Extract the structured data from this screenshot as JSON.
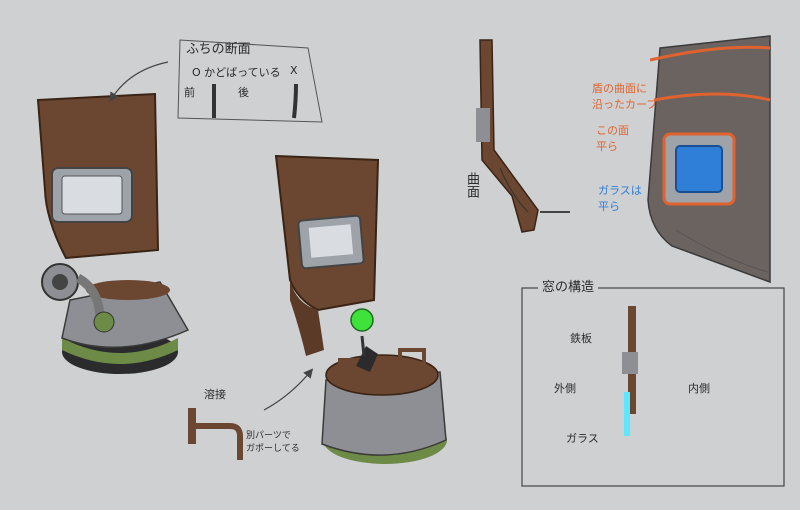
{
  "notes": {
    "rim_section_title": "ふちの断面",
    "rim_good": "O かどばっている",
    "rim_bad": "X",
    "rim_front": "前",
    "rim_back": "後",
    "curved_surface": "曲面",
    "curve_along_shield": "盾の曲面に\n沿ったカーブ",
    "this_face_flat": "この面\n平ら",
    "glass_flat": "ガラスは\n平ら",
    "window_structure_title": "窓の構造",
    "iron_plate": "鉄板",
    "outside": "外側",
    "inside": "内側",
    "glass": "ガラス",
    "welding_rod": "溶接",
    "separate_parts_note": "別パーツで\nガポーしてる"
  },
  "colors": {
    "background": "#cfd0d2",
    "rust": "#6b4630",
    "metal": "#8d8f94",
    "green_base": "#6e8a47",
    "lever_knob": "#3fe23b",
    "annotation_orange": "#e0632f",
    "annotation_blue": "#2f7fd8",
    "glass_cyan": "#5fe7ff"
  }
}
